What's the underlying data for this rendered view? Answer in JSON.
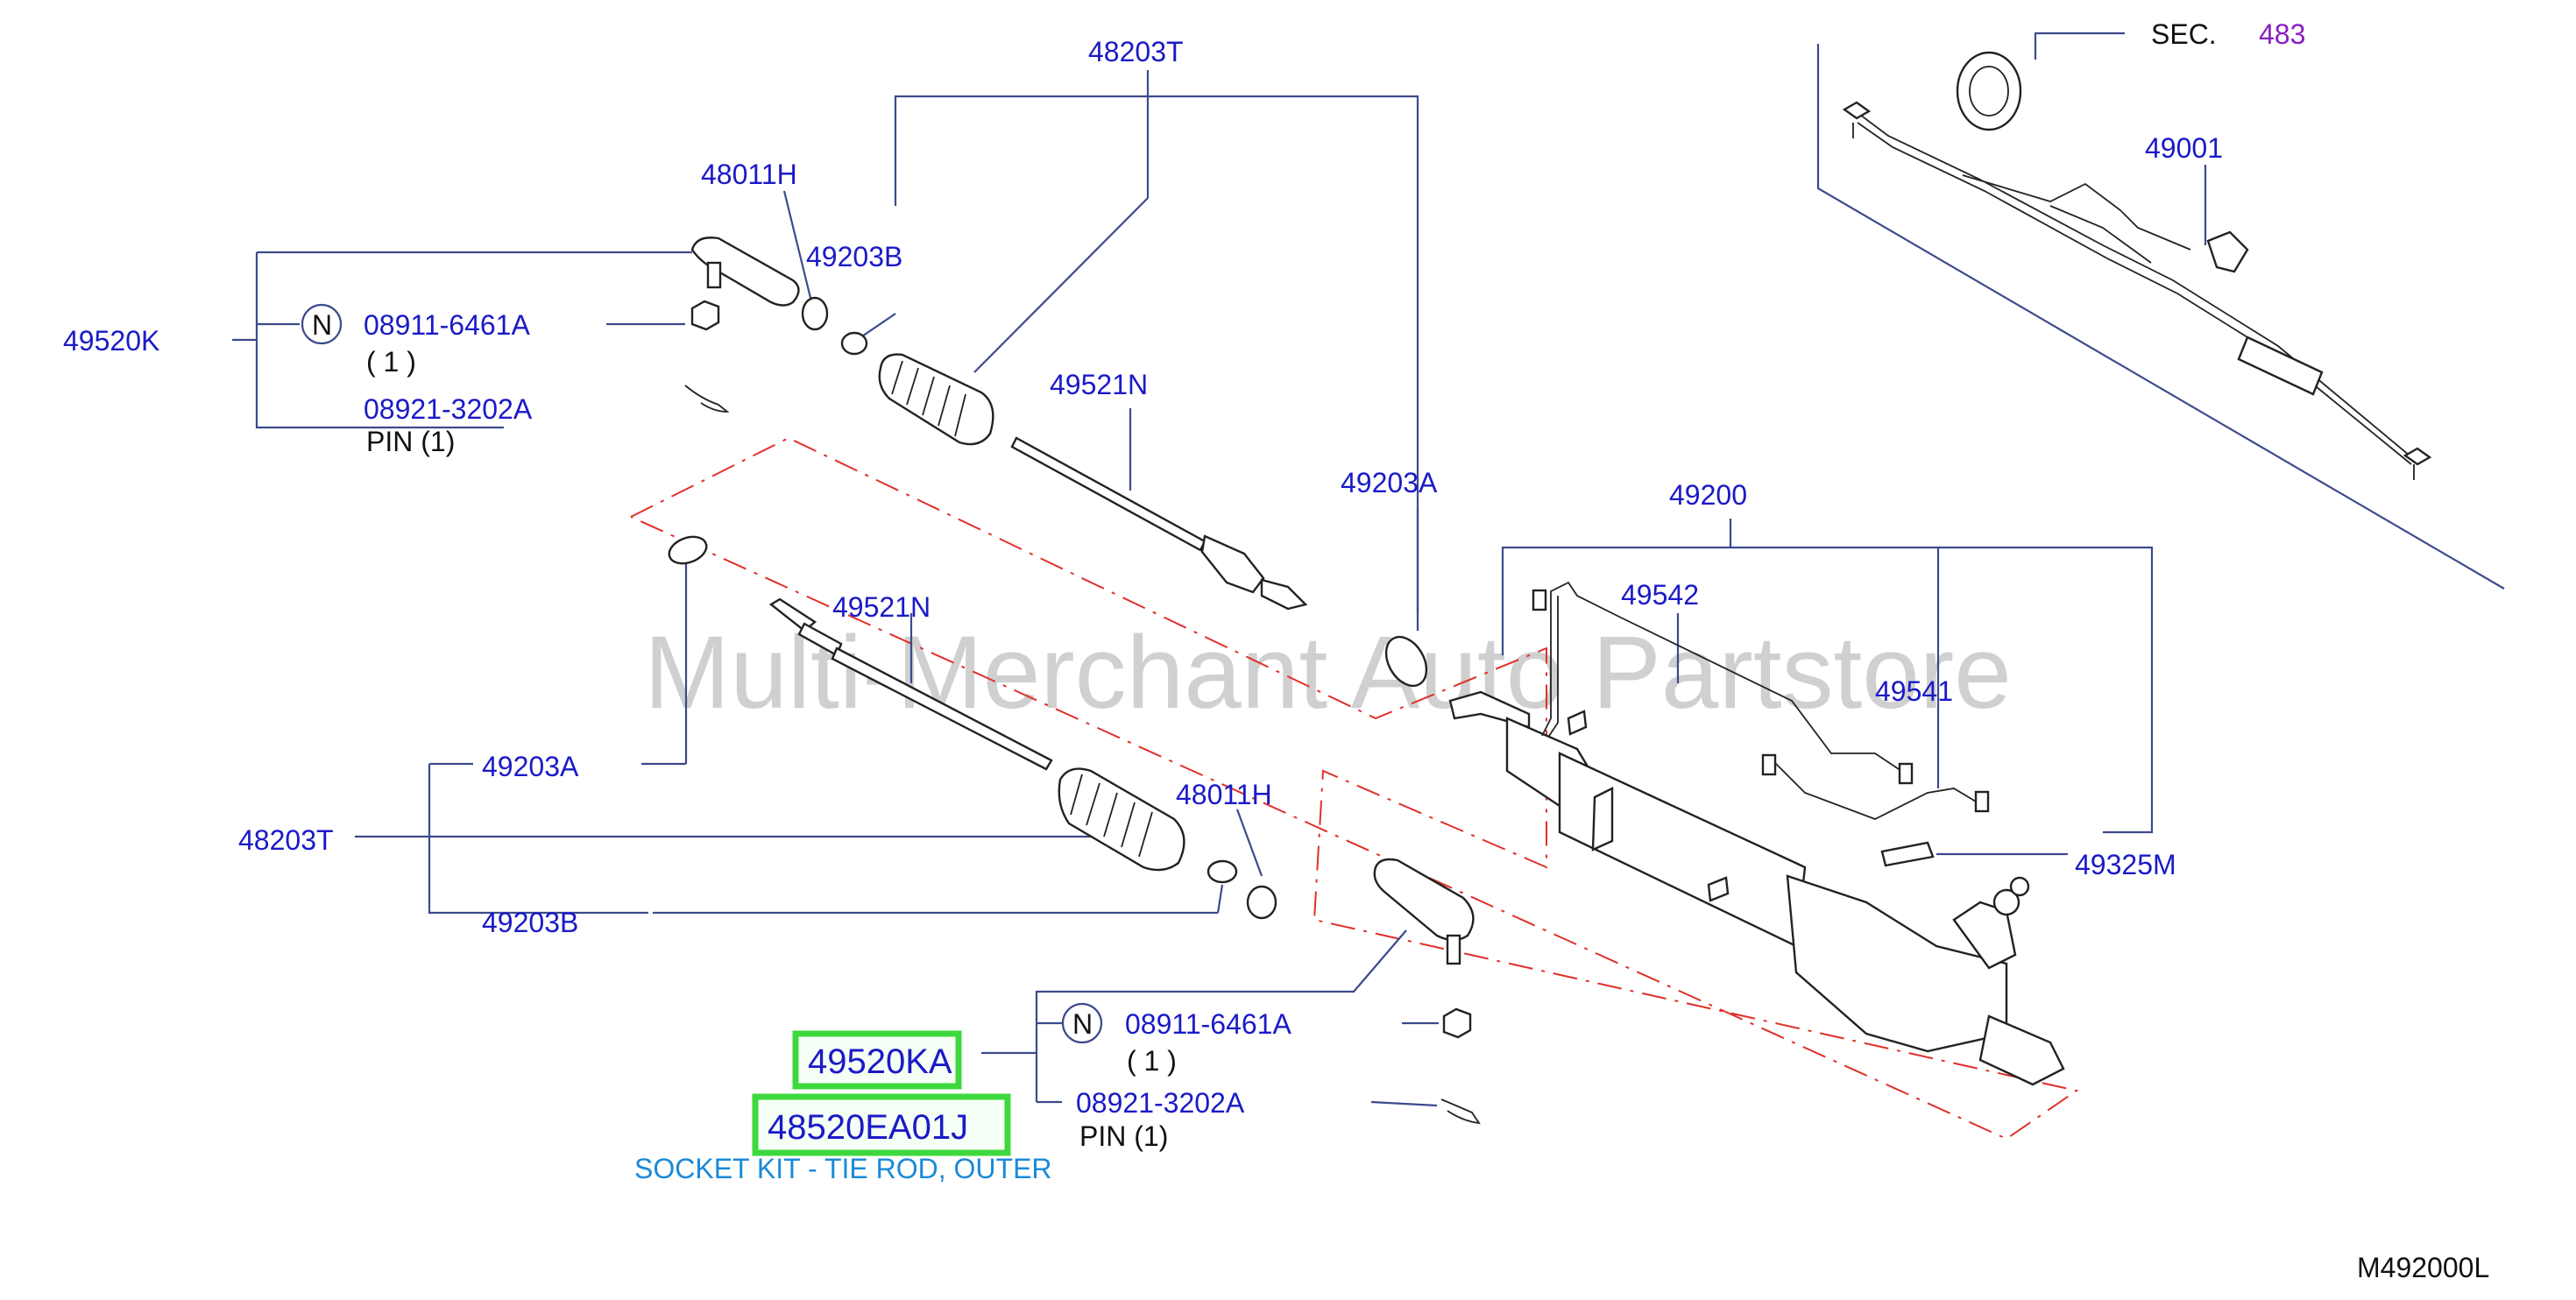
{
  "watermark": "Multi-Merchant Auto Partstore",
  "diagram_code": "M492000L",
  "section_ref": {
    "label": "SEC.",
    "number": "483"
  },
  "parts": {
    "p48203T_top": "48203T",
    "p48011H_top": "48011H",
    "p49203B_top": "49203B",
    "p49520K": "49520K",
    "nut_top": "08911-6461A",
    "nut_top_qty": "(   1   )",
    "pin_top": "08921-3202A",
    "pin_top_qty": "PIN   (1)",
    "p49521N_top": "49521N",
    "p49203A_right": "49203A",
    "p49200": "49200",
    "p49542": "49542",
    "p49541": "49541",
    "p49001": "49001",
    "p49325M": "49325M",
    "p49521N_mid": "49521N",
    "p49203A_left": "49203A",
    "p48203T_left": "48203T",
    "p49203B_left": "49203B",
    "p48011H_low": "48011H",
    "nut_low": "08911-6461A",
    "nut_low_qty": "(   1   )",
    "pin_low": "08921-3202A",
    "pin_low_qty": "PIN   (1)",
    "n_marker": "N"
  },
  "highlight": {
    "part_a": "49520KA",
    "part_b": "48520EA01J",
    "description": "SOCKET KIT - TIE ROD, OUTER"
  },
  "colors": {
    "label_blue": "#1a1ac8",
    "highlight_green": "#3ed83e",
    "section_purple": "#8a1fc0",
    "datum_red": "#e0302a",
    "description_blue": "#1a8ad8"
  }
}
